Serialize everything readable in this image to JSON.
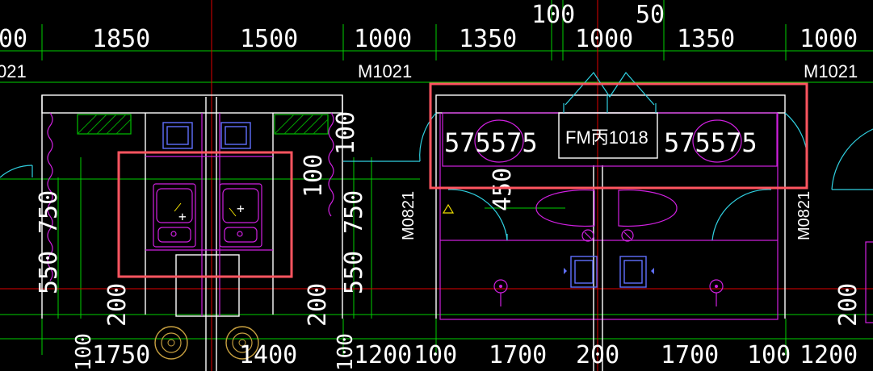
{
  "top_partial": {
    "a": "100",
    "b": "50"
  },
  "top_dims": [
    "00",
    "1850",
    "1500",
    "1000",
    "1350",
    "1000",
    "1350",
    "1000"
  ],
  "door_labels": {
    "left_cut": "021",
    "left": "M1021",
    "right": "M1021",
    "side_left": "M0821",
    "side_right": "M0821"
  },
  "fm_label": "FM丙1018",
  "basin_dims": {
    "left": "575575",
    "right": "575575"
  },
  "vert_dims": {
    "l750": "750",
    "l550": "550",
    "l200": "200",
    "m100": "100",
    "m750": "750",
    "m550": "550",
    "m200": "200",
    "m100b": "100",
    "c450": "450"
  },
  "bottom_dims": [
    "100",
    "1750",
    "1400",
    "100",
    "1200",
    "100",
    "1700",
    "200",
    "1700",
    "100",
    "1200"
  ],
  "colors": {
    "wall": "#ffffff",
    "fixture": "#d020e0",
    "dim": "#00d000",
    "axis": "#e00000",
    "highlight": "#ff5560"
  }
}
